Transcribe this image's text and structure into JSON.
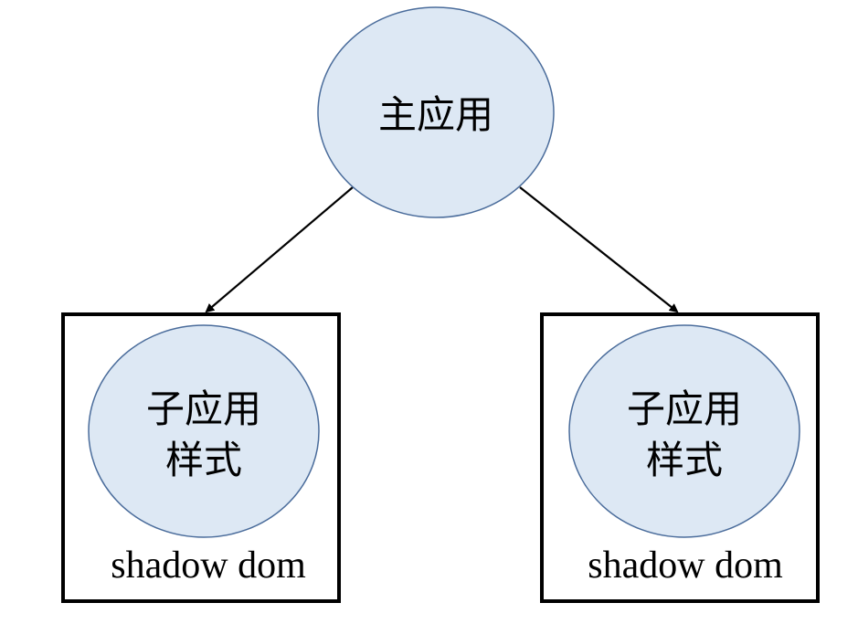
{
  "main_app": {
    "label": "主应用"
  },
  "children": [
    {
      "line1": "子应用",
      "line2": "样式",
      "container_label": "shadow dom"
    },
    {
      "line1": "子应用",
      "line2": "样式",
      "container_label": "shadow dom"
    }
  ],
  "colors": {
    "node_fill": "#dde8f4",
    "node_stroke": "#4a6c9b",
    "box_stroke": "#000000",
    "edge": "#000000"
  }
}
